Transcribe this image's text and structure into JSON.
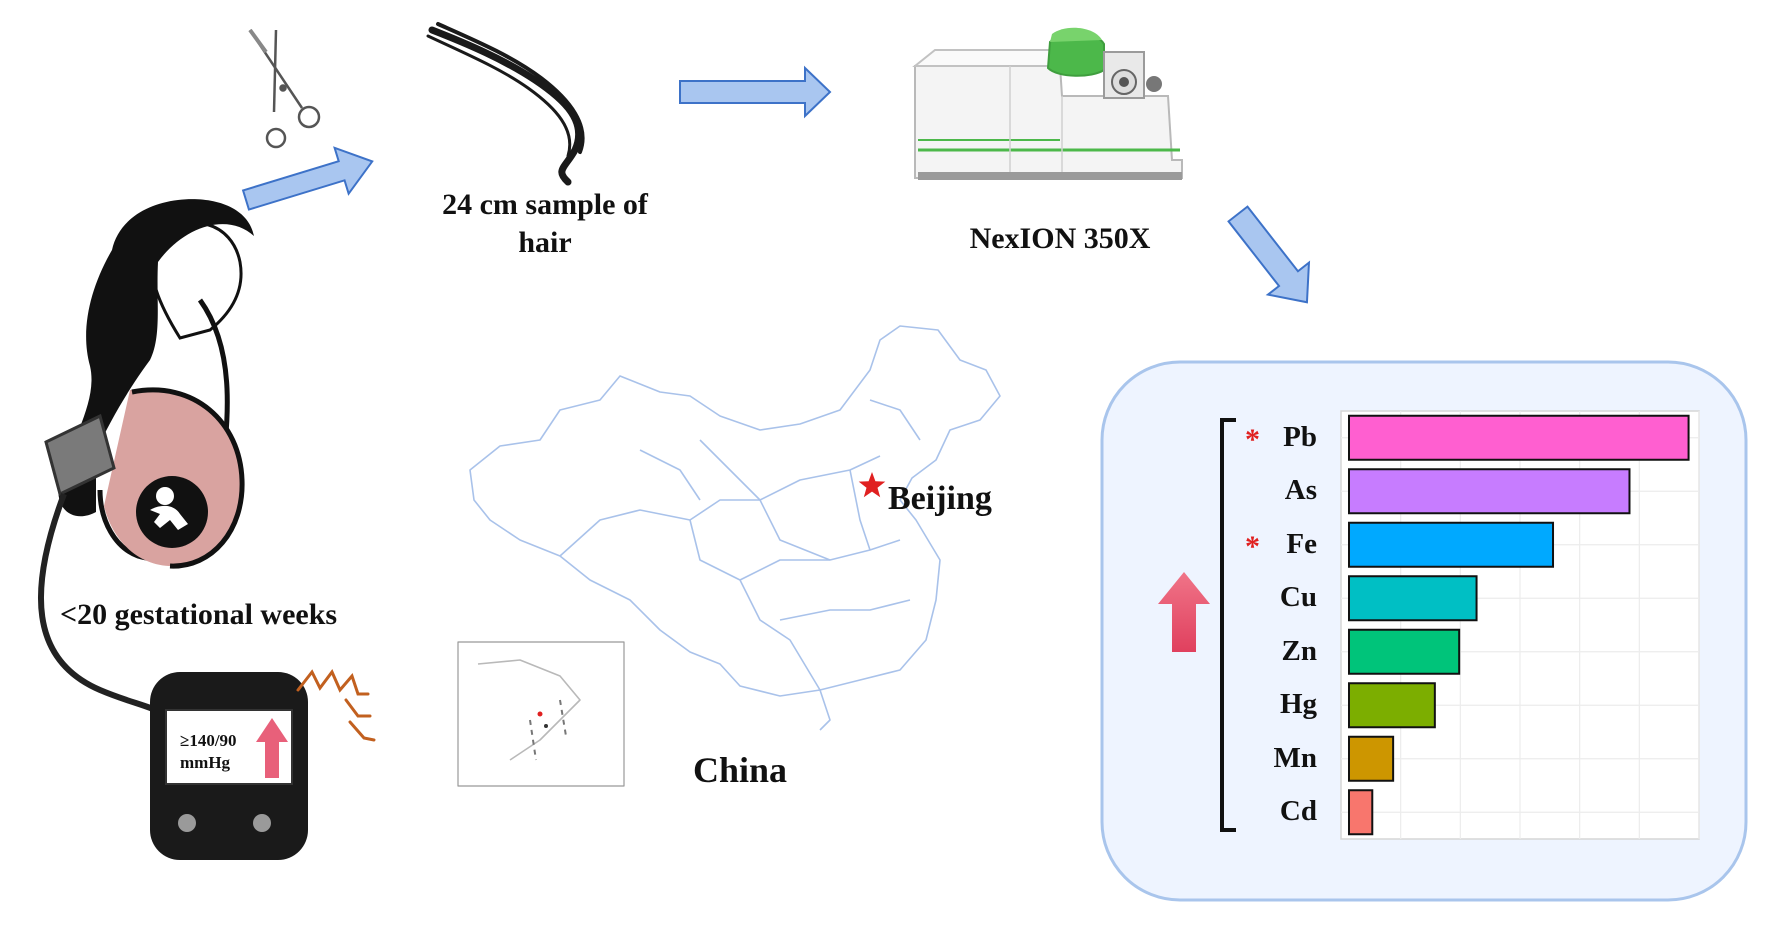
{
  "labels": {
    "hair_sample": "24 cm sample of hair",
    "instrument": "NexION 350X",
    "gestation": "<20 gestational weeks",
    "country": "China",
    "city": "Beijing",
    "bp_value": "≥140/90",
    "bp_unit": "mmHg"
  },
  "colors": {
    "arrow_fill": "#a9c6f0",
    "arrow_stroke": "#3d72c8",
    "panel_fill": "#eef4ff",
    "panel_stroke": "#a9c5ec",
    "up_arrow": "#e8607a",
    "map_border": "#a9c2ea",
    "star": "#e02020",
    "belly": "#d9a3a0"
  },
  "icons": [
    "scissors-icon",
    "hair-strand-icon",
    "pregnant-woman-icon",
    "blood-pressure-monitor-icon",
    "mass-spectrometer-icon",
    "china-map-icon",
    "star-icon",
    "up-arrow-icon"
  ],
  "chart_data": {
    "type": "bar",
    "orientation": "horizontal",
    "categories": [
      "Pb",
      "As",
      "Fe",
      "Cu",
      "Zn",
      "Hg",
      "Mn",
      "Cd"
    ],
    "values": [
      1.0,
      0.83,
      0.61,
      0.39,
      0.34,
      0.27,
      0.15,
      0.09
    ],
    "significant": [
      "Pb",
      "Fe"
    ],
    "significance_marker": "*",
    "bar_colors": [
      "#ff5fd0",
      "#c77cff",
      "#00a9ff",
      "#00bfc4",
      "#00c47a",
      "#7cae00",
      "#cd9600",
      "#f8766d"
    ],
    "xlim": [
      0,
      1.03
    ],
    "grid": true,
    "title": "",
    "xlabel": "",
    "ylabel": ""
  }
}
